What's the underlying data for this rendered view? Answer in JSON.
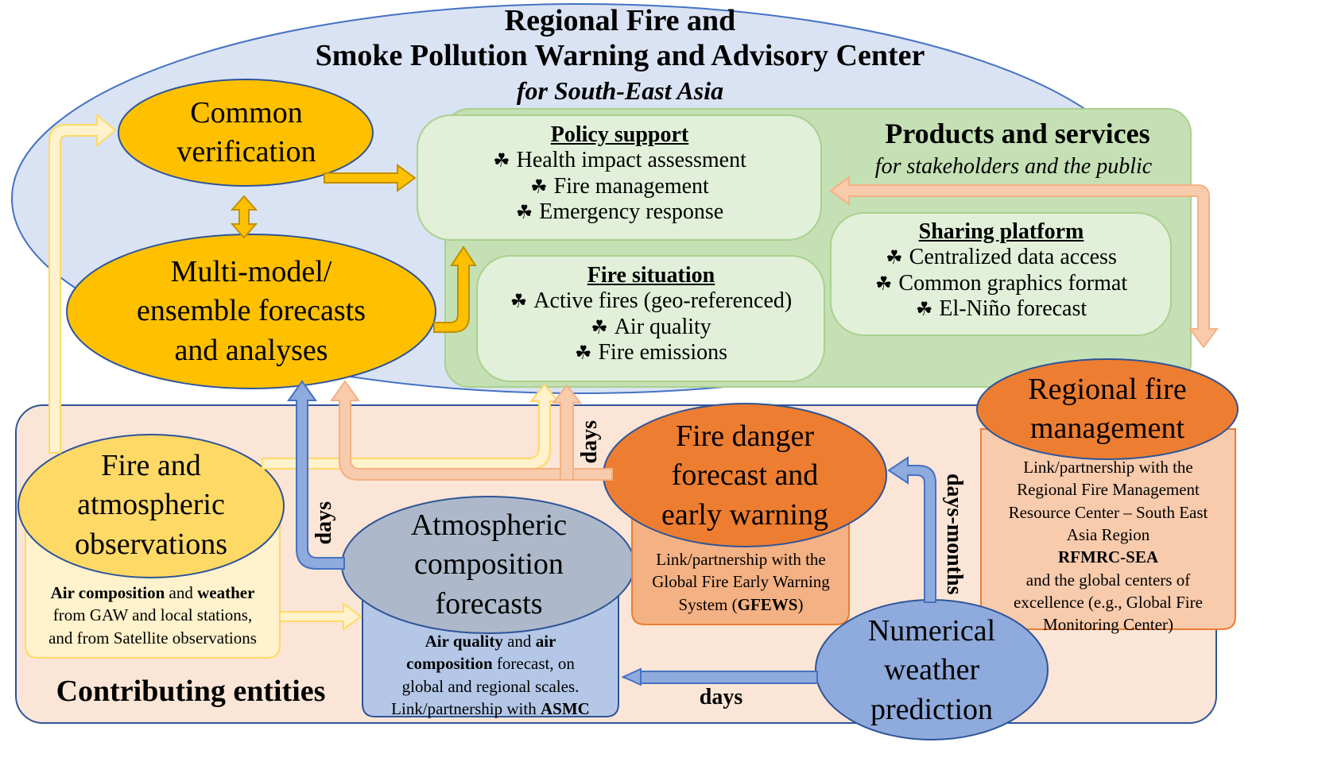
{
  "header": {
    "title_line1": "Regional Fire and",
    "title_line2": "Smoke Pollution Warning and Advisory Center",
    "subtitle": "for South-East Asia"
  },
  "bullet_glyph": "☘",
  "products": {
    "title": "Products and services",
    "subtitle": "for stakeholders and the public"
  },
  "policy_support": {
    "title": "Policy support",
    "items": [
      "Health impact assessment",
      "Fire management",
      "Emergency response"
    ]
  },
  "fire_situation": {
    "title": "Fire situation",
    "items": [
      "Active fires (geo-referenced)",
      "Air quality",
      "Fire emissions"
    ]
  },
  "sharing_platform": {
    "title": "Sharing platform",
    "items": [
      "Centralized data access",
      "Common graphics format",
      "El-Niño forecast"
    ]
  },
  "common_verification": {
    "line1": "Common",
    "line2": "verification"
  },
  "multi_model": {
    "line1": "Multi-model/",
    "line2": "ensemble forecasts",
    "line3": "and analyses"
  },
  "fire_obs": {
    "line1": "Fire and",
    "line2": "atmospheric",
    "line3": "observations",
    "desc_b1": "Air composition",
    "desc_t1": " and ",
    "desc_b2": "weather",
    "desc_l2": "from GAW and local stations,",
    "desc_l3": "and from Satellite observations"
  },
  "atmos_forecasts": {
    "line1": "Atmospheric",
    "line2": "composition",
    "line3": "forecasts",
    "desc_b1": "Air quality",
    "desc_t1": " and ",
    "desc_b2": "air",
    "desc_b3": "composition",
    "desc_t2": " forecast, on",
    "desc_l3": "global and regional scales.",
    "desc_t3": "Link/partnership with ",
    "desc_b4": "ASMC"
  },
  "fire_danger": {
    "line1": "Fire danger",
    "line2": "forecast and",
    "line3": "early warning",
    "desc_l1": "Link/partnership with the",
    "desc_l2": "Global Fire Early Warning",
    "desc_t1": "System  (",
    "desc_b1": "GFEWS",
    "desc_t2": ")"
  },
  "regional_fire": {
    "line1": "Regional fire",
    "line2": "management",
    "desc_l1": "Link/partnership with the",
    "desc_l2": "Regional Fire Management",
    "desc_l3": "Resource Center – South East",
    "desc_l4": "Asia Region",
    "desc_b1": "RFMRC-SEA",
    "desc_l5": "and the global centers of",
    "desc_l6": "excellence (e.g., Global Fire",
    "desc_l7": "Monitoring Center)"
  },
  "nwp": {
    "line1": "Numerical",
    "line2": "weather",
    "line3": "prediction"
  },
  "contributing": {
    "label": "Contributing entities"
  },
  "arrow_labels": {
    "days_1": "days",
    "days_2": "days",
    "days_3": "days",
    "days_months": "days-months"
  },
  "colors": {
    "center_bg": "#dae3f3",
    "center_border": "#4472c4",
    "contributing_bg": "#fbe5d6",
    "products_bg": "#c5e0b4",
    "inner_box_bg": "#e2f0d9",
    "gold": "#ffc000",
    "yellow": "#ffd966",
    "light_yellow": "#fff2cc",
    "orange": "#ed7d31",
    "light_orange": "#f4b183",
    "grey_blue": "#adb9ca",
    "blue": "#8faadc",
    "light_blue": "#b4c7e7"
  }
}
